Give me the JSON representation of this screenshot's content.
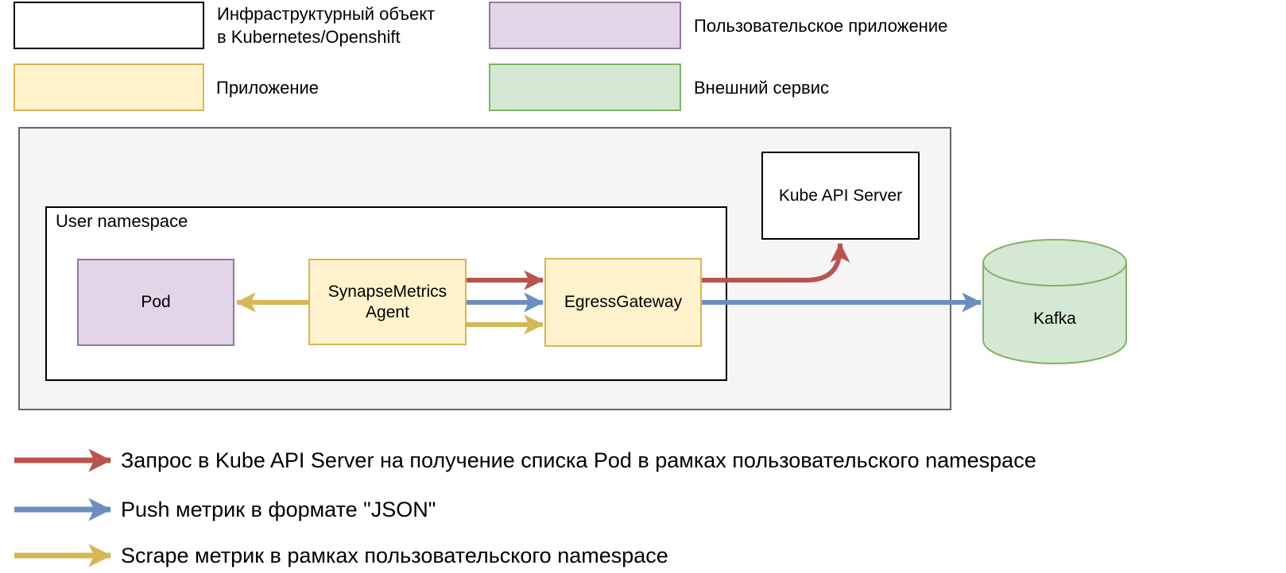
{
  "palette": {
    "red": "#B85450",
    "blue": "#6C8EBF",
    "yellow": "#D6B656",
    "yellow_fill": "#FFF2CC",
    "purple": "#9673A6",
    "purple_fill": "#E1D5E7",
    "green": "#82B366",
    "green_fill": "#D5E8D4",
    "cluster_fill": "#F5F5F5",
    "cluster_border": "#666666",
    "infra_border": "#000000"
  },
  "legend_top": {
    "infra": {
      "line1": "Инфраструктурный объект",
      "line2": "в Kubernetes/Openshift"
    },
    "app": {
      "label": "Приложение"
    },
    "user_app": {
      "label": "Пользовательское приложение"
    },
    "external": {
      "label": "Внешний сервис"
    }
  },
  "diagram": {
    "nodes": {
      "kube_api_server": {
        "label": "Kube API Server",
        "kind": "infrastructure"
      },
      "user_namespace": {
        "label": "User namespace",
        "kind": "infrastructure"
      },
      "pod": {
        "label": "Pod",
        "kind": "user-application"
      },
      "synapse_metrics_agent": {
        "line1": "SynapseMetrics",
        "line2": "Agent",
        "kind": "application"
      },
      "egress_gateway": {
        "label": "EgressGateway",
        "kind": "application"
      },
      "kafka": {
        "label": "Kafka",
        "kind": "external-service"
      }
    },
    "edges": [
      {
        "from": "synapse_metrics_agent",
        "to": "pod",
        "color": "#D6B656",
        "meaning": "Scrape метрик в рамках пользовательского namespace"
      },
      {
        "from": "synapse_metrics_agent",
        "to": "egress_gateway",
        "color": "#B85450",
        "meaning": "Запрос в Kube API Server на получение списка Pod в рамках пользовательского namespace"
      },
      {
        "from": "synapse_metrics_agent",
        "to": "egress_gateway",
        "color": "#6C8EBF",
        "meaning": "Push метрик в формате \"JSON\""
      },
      {
        "from": "synapse_metrics_agent",
        "to": "egress_gateway",
        "color": "#D6B656",
        "meaning": "Scrape метрик в рамках пользовательского namespace"
      },
      {
        "from": "egress_gateway",
        "to": "kube_api_server",
        "color": "#B85450",
        "meaning": "Запрос в Kube API Server на получение списка Pod в рамках пользовательского namespace"
      },
      {
        "from": "egress_gateway",
        "to": "kafka",
        "color": "#6C8EBF",
        "meaning": "Push метрик в формате \"JSON\""
      }
    ]
  },
  "legend_bottom": [
    {
      "arrow_color": "#B85450",
      "label": "Запрос в Kube API Server на получение списка Pod в рамках пользовательского namespace"
    },
    {
      "arrow_color": "#6C8EBF",
      "label": "Push метрик в формате \"JSON\""
    },
    {
      "arrow_color": "#D6B656",
      "label": "Scrape метрик в рамках пользовательского namespace"
    }
  ]
}
